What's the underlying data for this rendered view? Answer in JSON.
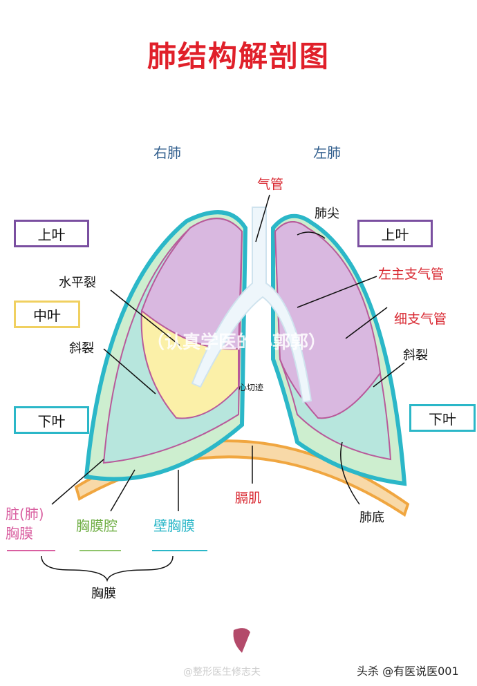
{
  "title": "肺结构解剖图",
  "sides": {
    "right": "右肺",
    "left": "左肺"
  },
  "labels": {
    "trachea": "气管",
    "apex": "肺尖",
    "upper_left": "上叶",
    "upper_right": "上叶",
    "middle": "中叶",
    "lower_left": "下叶",
    "lower_right": "下叶",
    "horizontal_fissure": "水平裂",
    "oblique_fissure_r": "斜裂",
    "oblique_fissure_l": "斜裂",
    "left_main_bronchus": "左主支气管",
    "bronchiole": "细支气管",
    "cardiac_notch": "心切迹",
    "diaphragm": "膈肌",
    "base": "肺底",
    "visceral_pleura": "脏(肺)\n胸膜",
    "pleural_cavity": "胸膜腔",
    "parietal_pleura": "壁胸膜",
    "pleura": "胸膜"
  },
  "watermarks": {
    "center": "（认真学医的小郭郭）",
    "weibo": "@整形医生修志夫",
    "toutiao": "头杀 @有医说医001"
  },
  "colors": {
    "title": "#e0202a",
    "pleura": "#2bb7c8",
    "upper": "#d9b8e0",
    "middle": "#fbf0a8",
    "lower": "#b7e6dd"
  }
}
